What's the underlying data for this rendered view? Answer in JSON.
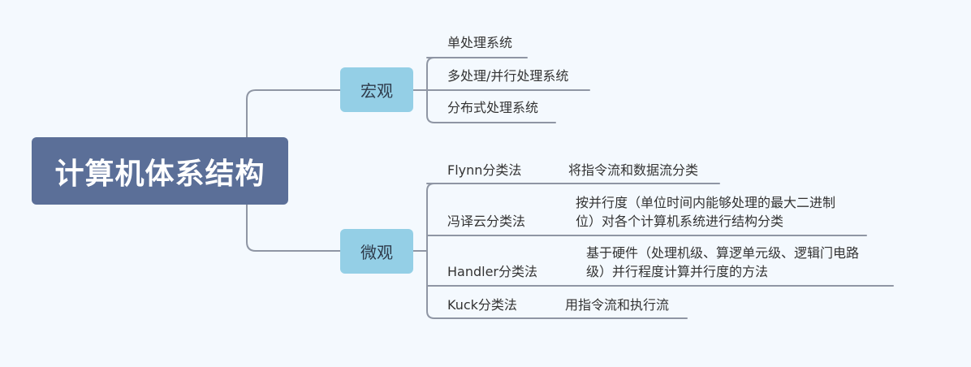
{
  "root": {
    "label": "计算机体系结构"
  },
  "macro": {
    "label": "宏观",
    "items": [
      "单处理系统",
      "多处理/并行处理系统",
      "分布式处理系统"
    ]
  },
  "micro": {
    "label": "微观",
    "items": [
      {
        "label": "Flynn分类法",
        "desc": [
          "将指令流和数据流分类"
        ]
      },
      {
        "label": "冯译云分类法",
        "desc": [
          "按并行度（单位时间内能够处理的最大二进制",
          "位）对各个计算机系统进行结构分类"
        ]
      },
      {
        "label": "Handler分类法",
        "desc": [
          "基于硬件（处理机级、算逻单元级、逻辑门电路",
          "级）并行程度计算并行度的方法"
        ]
      },
      {
        "label": "Kuck分类法",
        "desc": [
          "用指令流和执行流"
        ]
      }
    ]
  },
  "colors": {
    "root": "#5b6f98",
    "branch": "#94cfe6",
    "line": "#8f96a4",
    "background": "#f4f9fe"
  }
}
